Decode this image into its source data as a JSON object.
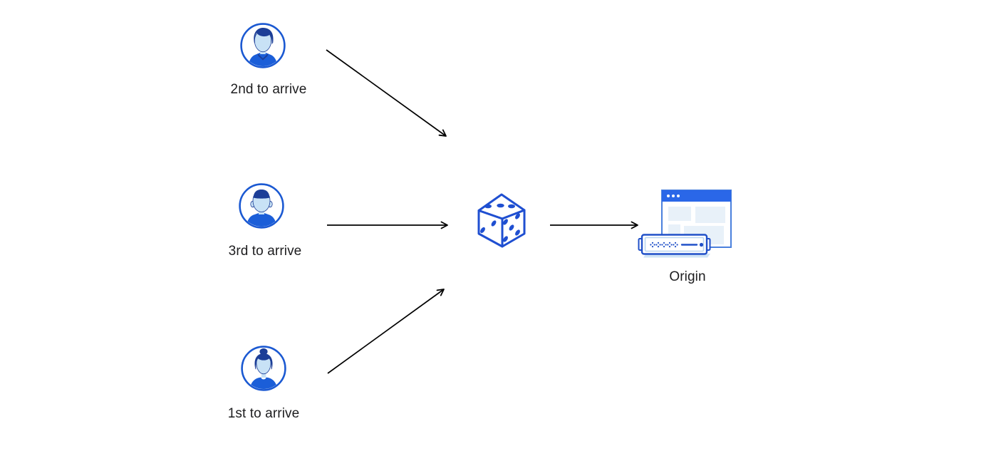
{
  "colors": {
    "background": "#ffffff",
    "primary_blue": "#1f4fd1",
    "ring_blue": "#1b59d2",
    "hair_navy": "#1c3e97",
    "face_light_blue": "#c8e2f6",
    "shirt_blue": "#1b5ed8",
    "window_bar_blue": "#2a67e8",
    "window_border_blue": "#4a80dd",
    "panel_light_blue": "#e8f1f9",
    "server_border_blue": "#2050c8",
    "shadow_light_blue": "#cfe3f5",
    "arrow_black": "#000000",
    "label_text": "#1d1d1f"
  },
  "nodes": {
    "visitor_2nd": {
      "label": "2nd to arrive",
      "icon": "user-avatar-man-icon"
    },
    "visitor_3rd": {
      "label": "3rd to arrive",
      "icon": "user-avatar-man-2-icon"
    },
    "visitor_1st": {
      "label": "1st to arrive",
      "icon": "user-avatar-woman-icon"
    },
    "randomizer": {
      "icon": "dice-icon"
    },
    "origin": {
      "label": "Origin",
      "icon": "origin-server-icon"
    }
  },
  "connections": [
    {
      "from": "visitor_2nd",
      "to": "randomizer"
    },
    {
      "from": "visitor_3rd",
      "to": "randomizer"
    },
    {
      "from": "visitor_1st",
      "to": "randomizer"
    },
    {
      "from": "randomizer",
      "to": "origin"
    }
  ]
}
